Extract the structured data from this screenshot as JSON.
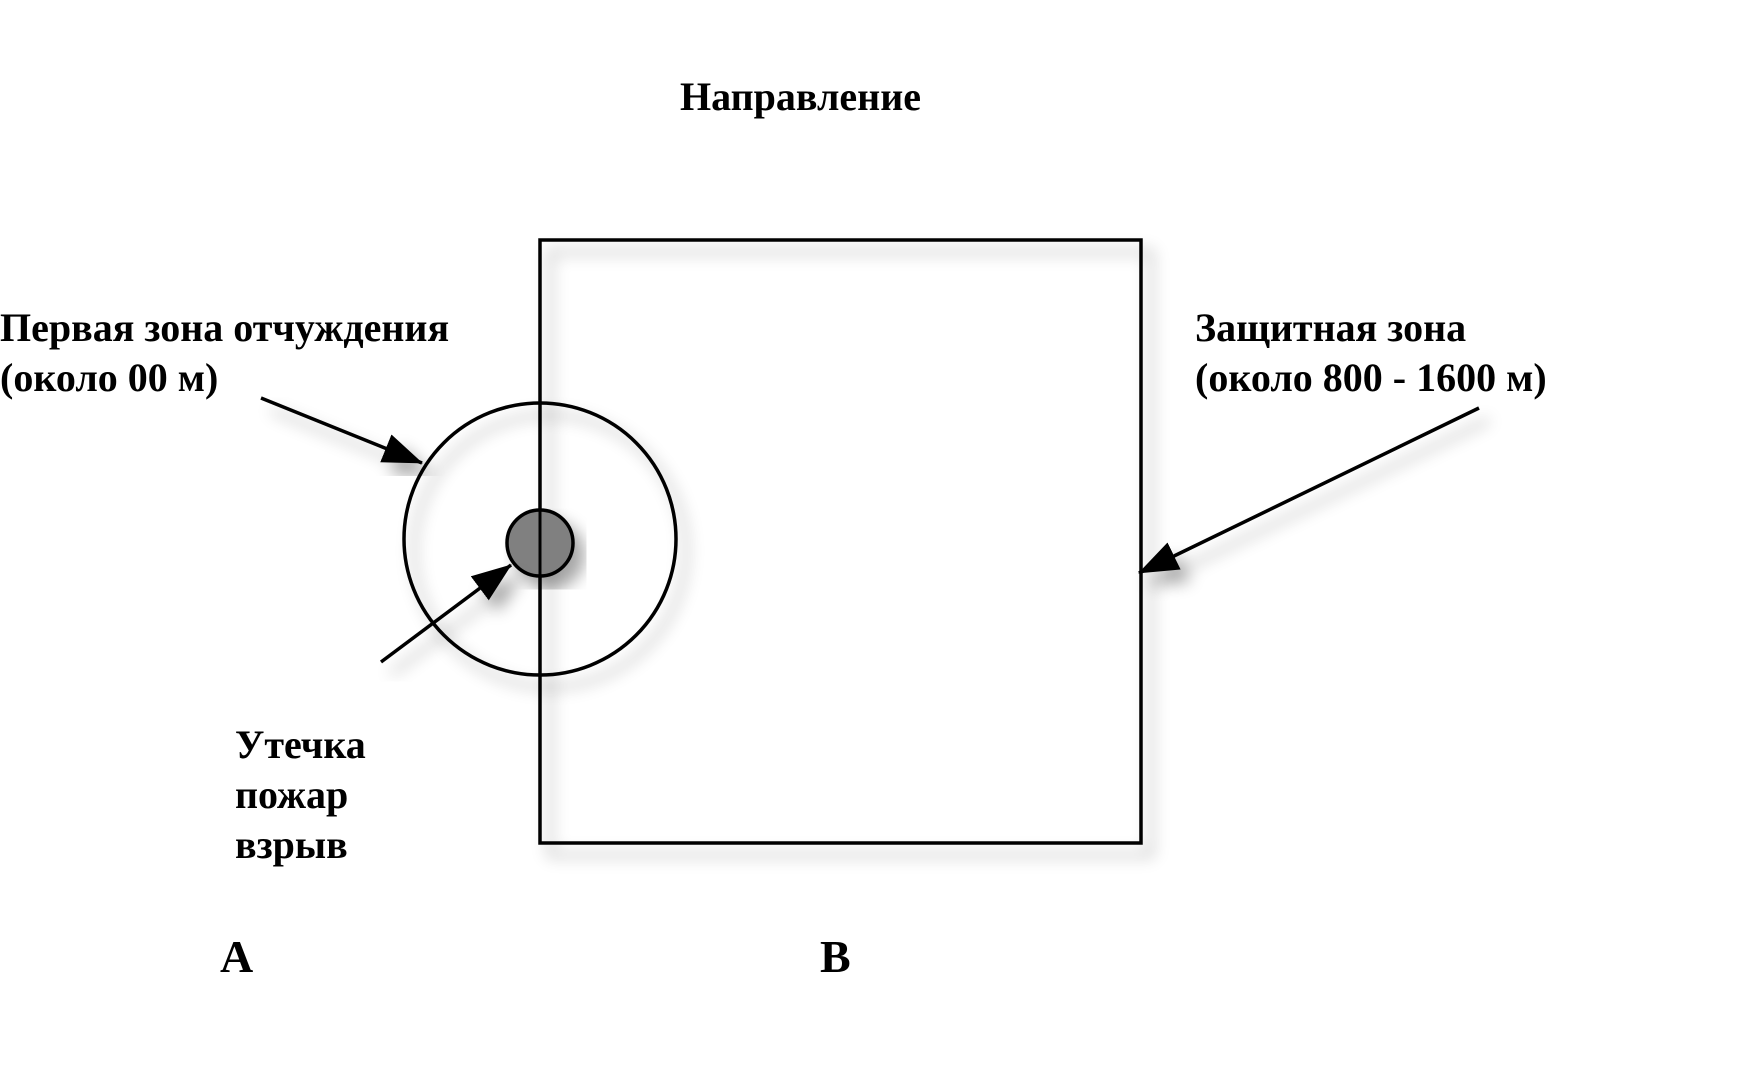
{
  "direction": {
    "label": "Направление"
  },
  "first_zone": {
    "line1": "Первая зона отчуждения",
    "line2": "(около 00 м)"
  },
  "protective_zone": {
    "line1": "Защитная зона",
    "line2": "(около 800 - 1600 м)"
  },
  "source": {
    "line1": "Утечка",
    "line2": "пожар",
    "line3": "взрыв"
  },
  "regions": {
    "a": "A",
    "b": "B"
  },
  "colors": {
    "stroke": "#000000",
    "source_fill": "#808080",
    "shadow": "#9a9a9a"
  }
}
